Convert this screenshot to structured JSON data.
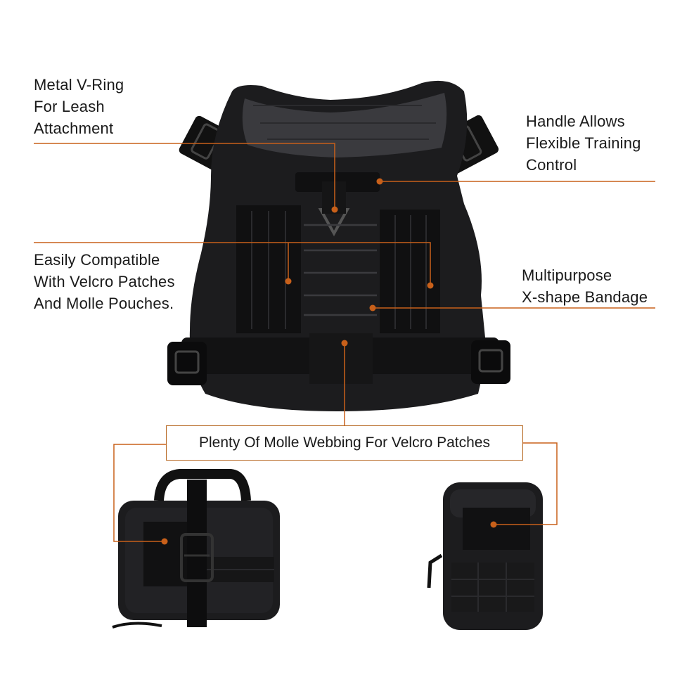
{
  "callouts": {
    "v_ring": {
      "lines": [
        "Metal V-Ring",
        "For Leash",
        "Attachment"
      ]
    },
    "handle": {
      "lines": [
        "Handle Allows",
        "Flexible Training",
        "Control"
      ]
    },
    "velcro": {
      "lines": [
        "Easily Compatible",
        "With Velcro Patches",
        "And Molle Pouches."
      ]
    },
    "bandage": {
      "lines": [
        "Multipurpose",
        "X-shape Bandage"
      ]
    },
    "molle": {
      "text": "Plenty Of Molle Webbing For Velcro Patches"
    }
  },
  "colors": {
    "accent": "#c8601a",
    "gear_black": "#1c1c1e",
    "gear_dark": "#0f0f10",
    "gear_mid": "#2e2e31",
    "background": "#ffffff"
  },
  "icons": {
    "harness": "dog-harness-vest-icon",
    "pouch_large": "medical-pouch-icon",
    "pouch_small": "utility-pouch-icon"
  }
}
